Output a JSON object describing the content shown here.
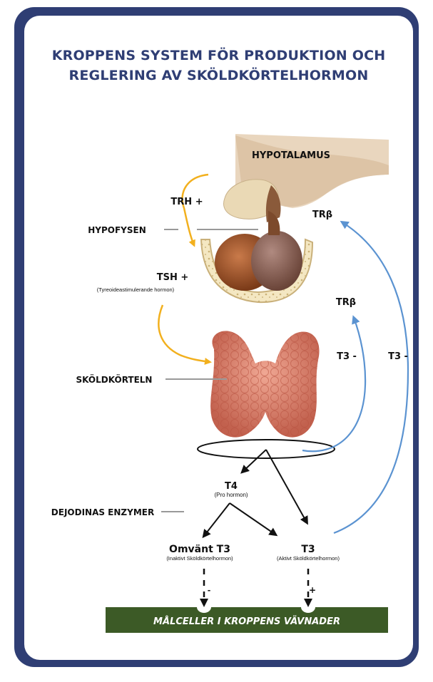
{
  "title": {
    "line1": "KROPPENS SYSTEM FÖR PRODUKTION OCH",
    "line2": "REGLERING AV SKÖLDKÖRTELHORMON"
  },
  "labels": {
    "hypotalamus": "HYPOTALAMUS",
    "trh": "TRH +",
    "hypofysen": "HYPOFYSEN",
    "tsh": "TSH +",
    "tsh_sub": "(Tyreoideastimulerande hormon)",
    "trb_top": "TRβ",
    "trb_mid": "TRβ",
    "t3_minus_inner": "T3 -",
    "t3_minus_outer": "T3 -",
    "skoldkorteln": "SKÖLDKÖRTELN",
    "t4": "T4",
    "t4_sub": "(Pro hormon)",
    "dejodinas": "DEJODINAS ENZYMER",
    "omvant_t3": "Omvänt T3",
    "omvant_t3_sub": "(Inaktivt Sköldkörtelhormon)",
    "t3": "T3",
    "t3_sub": "(Aktivt Sköldkörtelhormon)",
    "minus_sign": "-",
    "plus_sign": "+",
    "target_bar": "MÅLCELLER I KROPPENS VÄVNADER"
  },
  "colors": {
    "frame": "#2f3e74",
    "title": "#2f3e74",
    "stimulate_arrow": "#f2b01e",
    "inhibit_arrow": "#5b93d1",
    "target_bar": "#3c5a26"
  }
}
